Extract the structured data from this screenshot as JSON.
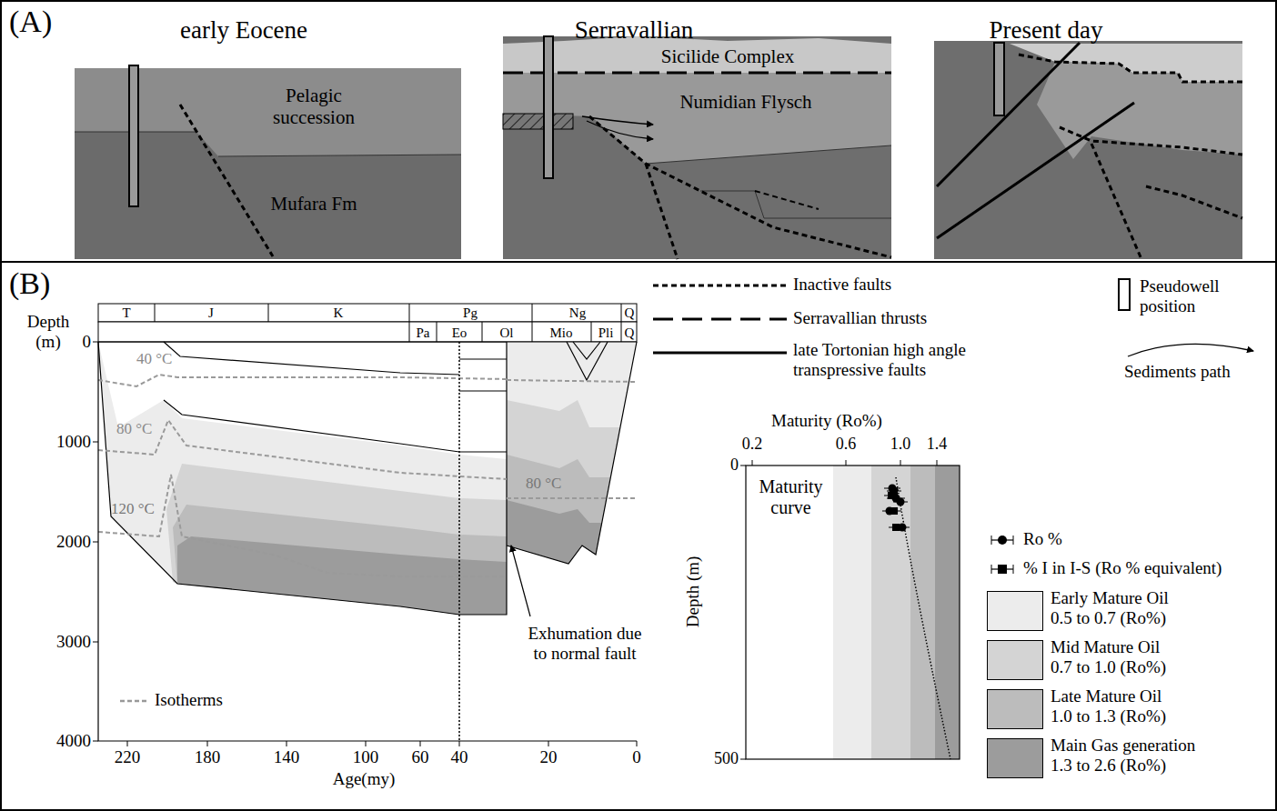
{
  "diagram": {
    "nodes": [
      {
        "text": [
          "(A)"
        ]
      },
      {
        "text": [
          "(B)"
        ]
      }
    ],
    "labels": [
      "early Eocene",
      "Serravallian",
      "Present day",
      "Pelagic succession",
      "Mufara Fm",
      "Sicilide Complex",
      "Numidian Flysch",
      "Depth (m)",
      "0",
      "1000",
      "2000",
      "3000",
      "4000",
      "220",
      "180",
      "140",
      "100",
      "60",
      "40",
      "20",
      "0",
      "Age(my)",
      "T",
      "J",
      "K",
      "Pg",
      "Ng",
      "Q",
      "Pa",
      "Eo",
      "Ol",
      "Mio",
      "Pli",
      "Q",
      "40 °C",
      "80 °C",
      "120 °C",
      "80 °C",
      "Exhumation due to normal fault",
      "Maturity (Ro%)",
      "0.2",
      "0.6",
      "1.0",
      "1.4",
      "0",
      "500",
      "Depth (m)"
    ],
    "legend": [
      {
        "text": "Inactive faults"
      },
      {
        "text": "Serravallian thrusts"
      },
      {
        "text": "late Tortonian high angle transpressive faults"
      },
      {
        "text": "Pseudowell position"
      },
      {
        "text": "Sediments path"
      },
      {
        "text": "Isotherms"
      },
      {
        "text": "Maturity curve"
      },
      {
        "text": "Ro %"
      },
      {
        "text": "% I in I-S (Ro % equivalent)"
      },
      {
        "text": "Early Mature Oil 0.5 to 0.7 (Ro%)",
        "color": "#ececec"
      },
      {
        "text": "Mid Mature Oil 0.7 to 1.0 (Ro%)",
        "color": "#d4d4d4"
      },
      {
        "text": "Late Mature Oil 1.0 to 1.3 (Ro%)",
        "color": "#bcbcbc"
      },
      {
        "text": "Main Gas generation 1.3 to 2.6 (Ro%)",
        "color": "#9c9c9c"
      }
    ]
  }
}
